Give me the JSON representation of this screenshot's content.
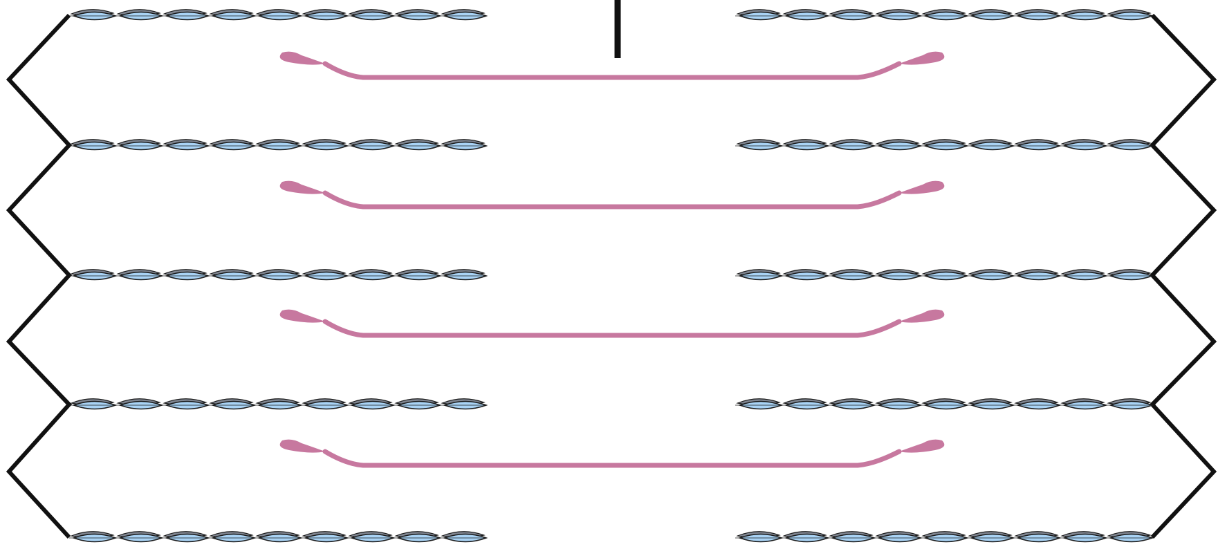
{
  "diagram": {
    "colors": {
      "thin_filament_fill": "#a9d3f5",
      "thin_filament_shadow": "#7f8590",
      "thin_filament_outline": "#1a1a1a",
      "thick_filament": "#c7789f",
      "z_line": "#111111",
      "m_line": "#111111",
      "background": "#ffffff"
    },
    "thin_filament_rows": 5,
    "thick_filament_rows": 4,
    "left_thin_filaments": 5,
    "right_thin_filaments": 5,
    "z_line_shape": "zigzag",
    "m_line_marker": true
  }
}
